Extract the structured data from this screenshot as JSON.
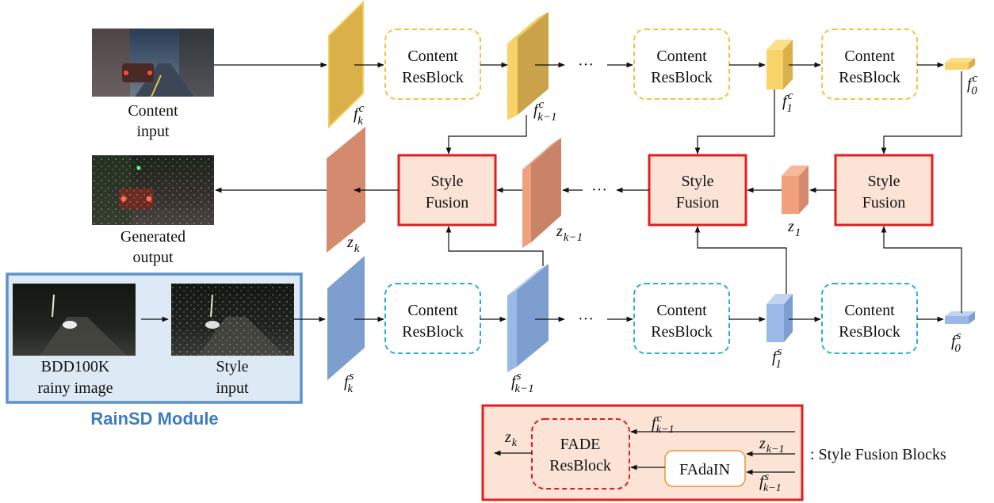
{
  "colors": {
    "content_plane": "#d9b04a",
    "content_plane_edge": "#f2cc55",
    "content_cube": "#f7d36a",
    "style_plane": "#7f9ed0",
    "style_cube": "#9ab8e8",
    "output_plane": "#d48a6e",
    "output_cube": "#f0a07c",
    "content_block_border": "#f5c242",
    "style_block_border": "#29aee0",
    "fusion_fill": "#fbe3d6",
    "fusion_border": "#e41e1e",
    "rainsd_fill": "#dde9f5",
    "rainsd_border": "#5b93c9",
    "rainsd_title": "#3d7cc0"
  },
  "images": {
    "content_input": {
      "label_line1": "Content",
      "label_line2": "input",
      "icon": "street-night-photo"
    },
    "generated_output": {
      "label_line1": "Generated",
      "label_line2": "output",
      "icon": "rainy-street-photo"
    },
    "bdd_image": {
      "label_line1": "BDD100K",
      "label_line2": "rainy image",
      "icon": "rainy-road-photo"
    },
    "style_input": {
      "label_line1": "Style",
      "label_line2": "input",
      "icon": "rainy-road-photo"
    }
  },
  "rainsd_title": "RainSD Module",
  "blocks": {
    "content_resblock_line1": "Content",
    "content_resblock_line2": "ResBlock",
    "style_fusion_line1": "Style",
    "style_fusion_line2": "Fusion"
  },
  "ellipsis": "···",
  "feature_labels": {
    "fk_c": {
      "base": "f",
      "sub": "k",
      "sup": "c"
    },
    "fk1_c": {
      "base": "f",
      "sub": "k−1",
      "sup": "c"
    },
    "f1_c": {
      "base": "f",
      "sub": "1",
      "sup": "c"
    },
    "f0_c": {
      "base": "f",
      "sub": "0",
      "sup": "c"
    },
    "zk": {
      "base": "z",
      "sub": "k"
    },
    "zk1": {
      "base": "z",
      "sub": "k−1"
    },
    "z1": {
      "base": "z",
      "sub": "1"
    },
    "fk_s": {
      "base": "f",
      "sub": "k",
      "sup": "s"
    },
    "fk1_s": {
      "base": "f",
      "sub": "k−1",
      "sup": "s"
    },
    "f1_s": {
      "base": "f",
      "sub": "1",
      "sup": "s"
    },
    "f0_s": {
      "base": "f",
      "sub": "0",
      "sup": "s"
    }
  },
  "legend": {
    "fade_line1": "FADE",
    "fade_line2": "ResBlock",
    "fadain": "FAdaIN",
    "description": ": Style Fusion Blocks",
    "out": {
      "base": "z",
      "sub": "k"
    },
    "in_fc": {
      "base": "f",
      "sub": "k−1",
      "sup": "c"
    },
    "in_z": {
      "base": "z",
      "sub": "k−1"
    },
    "in_fs": {
      "base": "f",
      "sub": "k−1",
      "sup": "s"
    }
  }
}
